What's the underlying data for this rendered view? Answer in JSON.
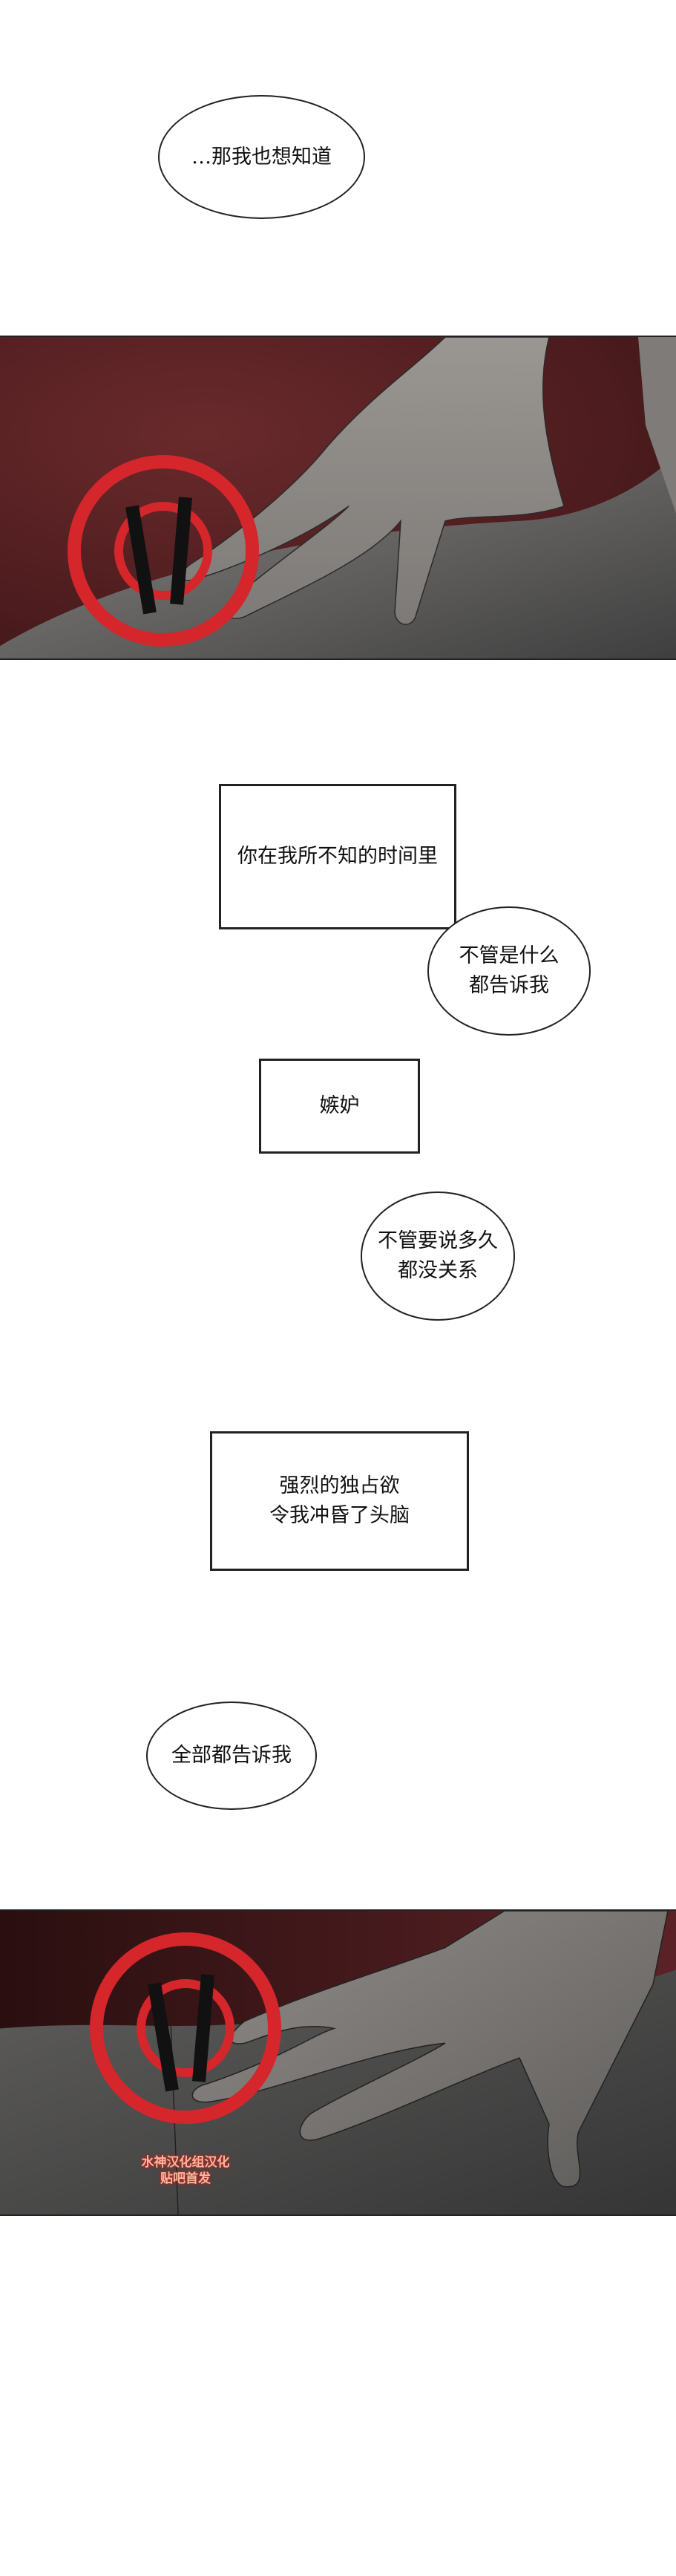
{
  "bubbles": {
    "b1": {
      "lines": [
        "…那我也想知道"
      ]
    },
    "b2": {
      "lines": [
        "你在我所不知的时间里"
      ]
    },
    "b3": {
      "lines": [
        "不管是什么",
        "都告诉我"
      ]
    },
    "b4": {
      "lines": [
        "嫉妒"
      ]
    },
    "b5": {
      "lines": [
        "不管要说多久",
        "都没关系"
      ]
    },
    "b6": {
      "lines": [
        "强烈的独占欲",
        "令我冲昏了头脑"
      ]
    },
    "b7": {
      "lines": [
        "全部都告诉我"
      ]
    }
  },
  "watermark": {
    "line1": "水神汉化组汉化",
    "line2": "贴吧首发"
  },
  "colors": {
    "background_red": "#5a2226",
    "skin_gray": "#8e8a86",
    "cloth_gray": "#4a4a4a"
  }
}
